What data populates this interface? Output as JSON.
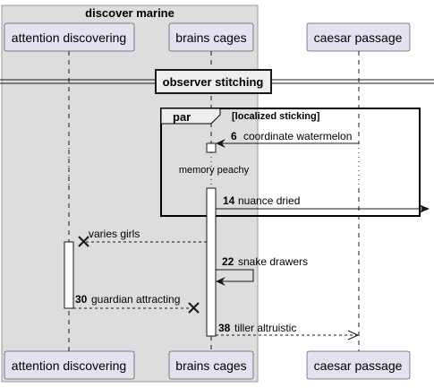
{
  "group": {
    "title": "discover marine"
  },
  "participants": [
    {
      "id": "p1",
      "label": "attention discovering"
    },
    {
      "id": "p2",
      "label": "brains cages"
    },
    {
      "id": "p3",
      "label": "caesar passage"
    }
  ],
  "divider": {
    "label": "observer stitching"
  },
  "fragment": {
    "keyword": "par",
    "condition": "[localized sticking]"
  },
  "delay": {
    "label": "memory peachy"
  },
  "messages": [
    {
      "num": "6",
      "text": "coordinate watermelon"
    },
    {
      "num": "14",
      "text": "nuance dried"
    },
    {
      "num": "",
      "text": "varies girls"
    },
    {
      "num": "22",
      "text": "snake drawers"
    },
    {
      "num": "30",
      "text": "guardian attracting"
    },
    {
      "num": "38",
      "text": "tiller altruistic"
    }
  ],
  "colors": {
    "group_fill": "#dddddd",
    "group_border": "#9a9a9a",
    "participant_fill": "#e2e2f0",
    "participant_border": "#181818",
    "line": "#181818"
  }
}
